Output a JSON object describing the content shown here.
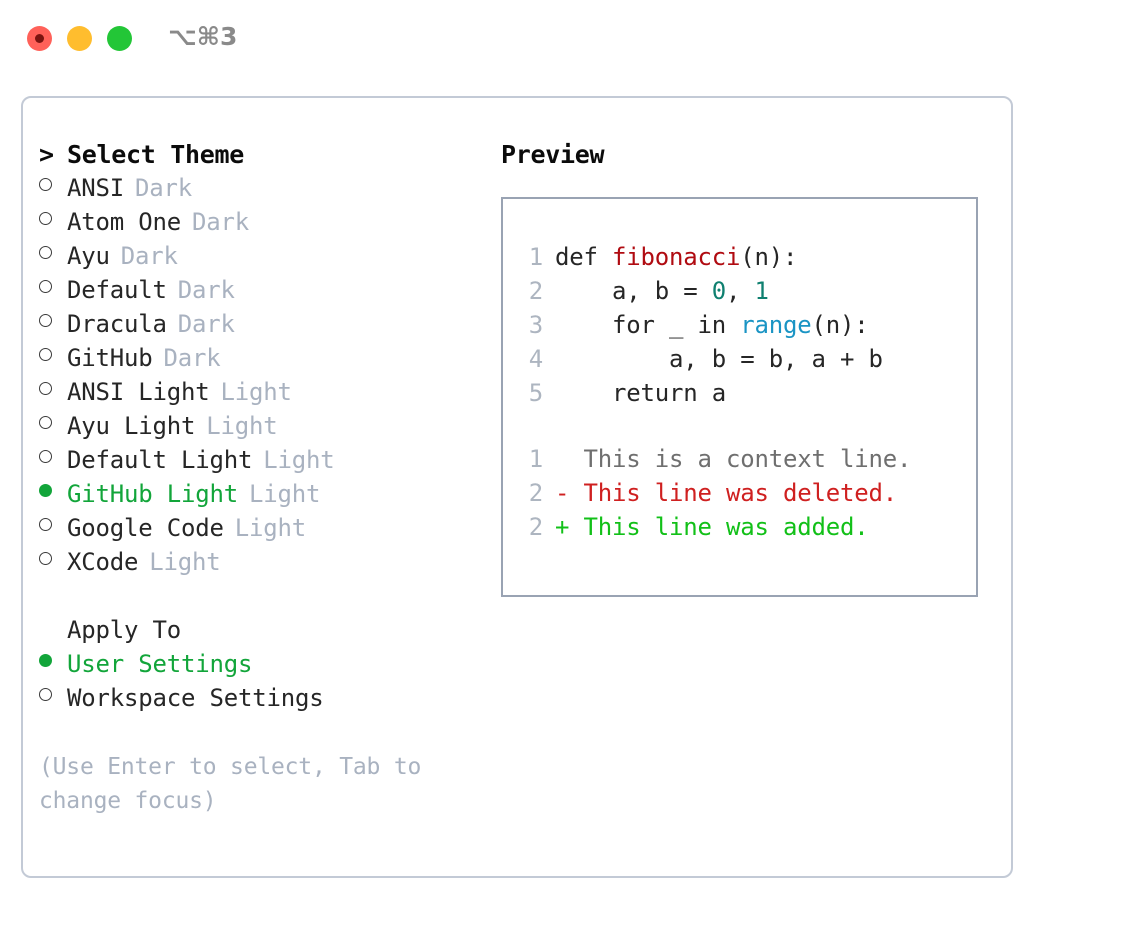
{
  "window": {
    "shortcut": "⌥⌘3",
    "traffic_lights": [
      {
        "name": "close",
        "color": "#ff6159"
      },
      {
        "name": "minimize",
        "color": "#ffbd2e"
      },
      {
        "name": "maximize",
        "color": "#23c637"
      }
    ]
  },
  "theme_picker": {
    "caret": ">",
    "header": "Select Theme",
    "selected_theme": "GitHub Light",
    "options": [
      {
        "marker": "○",
        "name": "ANSI",
        "variant": "Dark",
        "selected": false
      },
      {
        "marker": "○",
        "name": "Atom One",
        "variant": "Dark",
        "selected": false
      },
      {
        "marker": "○",
        "name": "Ayu",
        "variant": "Dark",
        "selected": false
      },
      {
        "marker": "○",
        "name": "Default",
        "variant": "Dark",
        "selected": false
      },
      {
        "marker": "○",
        "name": "Dracula",
        "variant": "Dark",
        "selected": false
      },
      {
        "marker": "○",
        "name": "GitHub",
        "variant": "Dark",
        "selected": false
      },
      {
        "marker": "○",
        "name": "ANSI Light",
        "variant": "Light",
        "selected": false
      },
      {
        "marker": "○",
        "name": "Ayu Light",
        "variant": "Light",
        "selected": false
      },
      {
        "marker": "○",
        "name": "Default Light",
        "variant": "Light",
        "selected": false
      },
      {
        "marker": "●",
        "name": "GitHub Light",
        "variant": "Light",
        "selected": true
      },
      {
        "marker": "○",
        "name": "Google Code",
        "variant": "Light",
        "selected": false
      },
      {
        "marker": "○",
        "name": "XCode",
        "variant": "Light",
        "selected": false
      }
    ]
  },
  "apply_to": {
    "label": "Apply To",
    "selected": "User Settings",
    "options": [
      {
        "marker": "●",
        "label": "User Settings",
        "selected": true
      },
      {
        "marker": "○",
        "label": "Workspace Settings",
        "selected": false
      }
    ]
  },
  "hint": "(Use Enter to select, Tab to change focus)",
  "preview": {
    "title": "Preview",
    "code_lines": [
      {
        "num": "1",
        "indent": "",
        "segments": [
          {
            "text": "def ",
            "kind": "plain"
          },
          {
            "text": "fibonacci",
            "kind": "fn"
          },
          {
            "text": "(n):",
            "kind": "plain"
          }
        ]
      },
      {
        "num": "2",
        "indent": "    ",
        "segments": [
          {
            "text": "a, b = ",
            "kind": "plain"
          },
          {
            "text": "0",
            "kind": "num"
          },
          {
            "text": ", ",
            "kind": "plain"
          },
          {
            "text": "1",
            "kind": "num"
          }
        ]
      },
      {
        "num": "3",
        "indent": "    ",
        "segments": [
          {
            "text": "for _ in ",
            "kind": "plain"
          },
          {
            "text": "range",
            "kind": "call"
          },
          {
            "text": "(n):",
            "kind": "plain"
          }
        ]
      },
      {
        "num": "4",
        "indent": "        ",
        "segments": [
          {
            "text": "a, b = b, a + b",
            "kind": "plain"
          }
        ]
      },
      {
        "num": "5",
        "indent": "    ",
        "segments": [
          {
            "text": "return a",
            "kind": "plain"
          }
        ]
      }
    ],
    "diff_lines": [
      {
        "num": "1",
        "sign": "  ",
        "text": "This is a context line.",
        "kind": "context"
      },
      {
        "num": "2",
        "sign": "- ",
        "text": "This line was deleted.",
        "kind": "deleted"
      },
      {
        "num": "2",
        "sign": "+ ",
        "text": "This line was added.",
        "kind": "added"
      }
    ]
  },
  "colors": {
    "accent_green": "#12a53a",
    "muted": "#a9b2c0",
    "text": "#262626",
    "border": "#c3cad6",
    "preview_border": "#99a3b3",
    "fn": "#b00b11",
    "num": "#0f8070",
    "call": "#1a94c4",
    "diff_add": "#12c018",
    "diff_del": "#cf2020"
  }
}
